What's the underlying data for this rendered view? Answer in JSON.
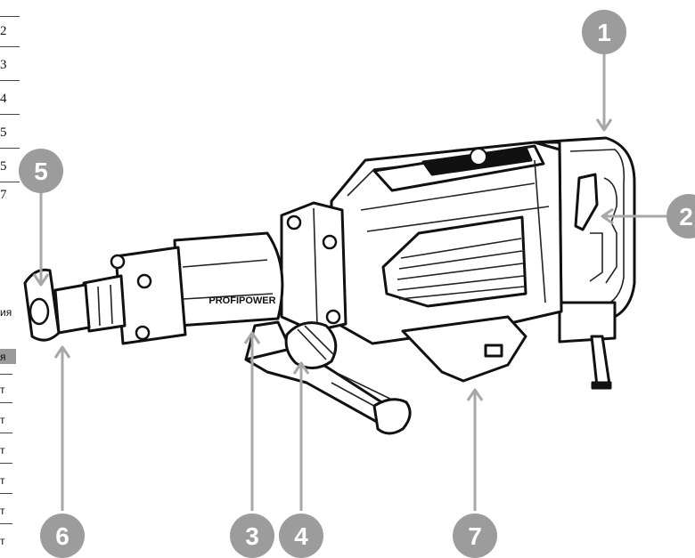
{
  "edge_column": {
    "numbers": [
      "2",
      "3",
      "4",
      "5",
      "5",
      "7"
    ],
    "word_fragment": "ия",
    "boxed_letter": "я",
    "t_letters": [
      "т",
      "т",
      "т",
      "т",
      "т",
      "т"
    ]
  },
  "tool": {
    "brand_text": "PROFIPOWER"
  },
  "callouts": [
    "1",
    "2",
    "3",
    "4",
    "5",
    "6",
    "7"
  ],
  "colors": {
    "callout_fill": "#9c9c9c",
    "arrow": "#a7a7a7",
    "outline": "#111111"
  }
}
